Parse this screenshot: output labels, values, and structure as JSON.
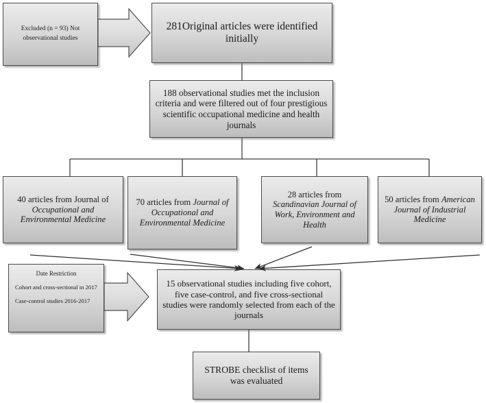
{
  "diagram": {
    "title": "Study selection flowchart",
    "type": "flowchart",
    "accent_border": "#4a4a4a",
    "box_fill_top": "#ececec",
    "box_fill_bottom": "#bdbdbd"
  },
  "nodes": {
    "excluded": {
      "label": "Excluded (n = 93) Not observational studies"
    },
    "identified": {
      "label": "281Original articles were identified initially"
    },
    "met_criteria": {
      "label": "188 observational studies met the inclusion criteria and were filtered out of four prestigious scientific occupational medicine and health journals"
    },
    "journal_1": {
      "plain": "40 articles from Journal of ",
      "italic": "Occupational and Environmental Medicine"
    },
    "journal_2": {
      "plain": "70 articles from ",
      "italic": "Journal of Occupational and Environmental Medicine"
    },
    "journal_3": {
      "plain": "28 articles from ",
      "italic": "Scandinavian Journal of Work, Environment and Health"
    },
    "journal_4": {
      "plain": "50 articles from ",
      "italic": "American Journal of Industrial Medicine"
    },
    "date_restriction": {
      "title": "Date Restriction",
      "line_1": "Cohort and  cross-sectional in 2017",
      "line_2": "Case-control studies 2016-2017"
    },
    "selected": {
      "label": "15 observational studies including five cohort, five case-control, and five cross-sectional studies were randomly selected from each of the journals"
    },
    "strobe": {
      "label": "STROBE checklist of items was evaluated"
    }
  },
  "connectors": {
    "excluded_to_identified": "block-arrow-right",
    "identified_to_met": "line-down",
    "met_to_journals": "tree-split-four",
    "journals_to_selected": "four-converging-arrows",
    "date_to_selected": "block-arrow-right",
    "selected_to_strobe": "line-down"
  }
}
